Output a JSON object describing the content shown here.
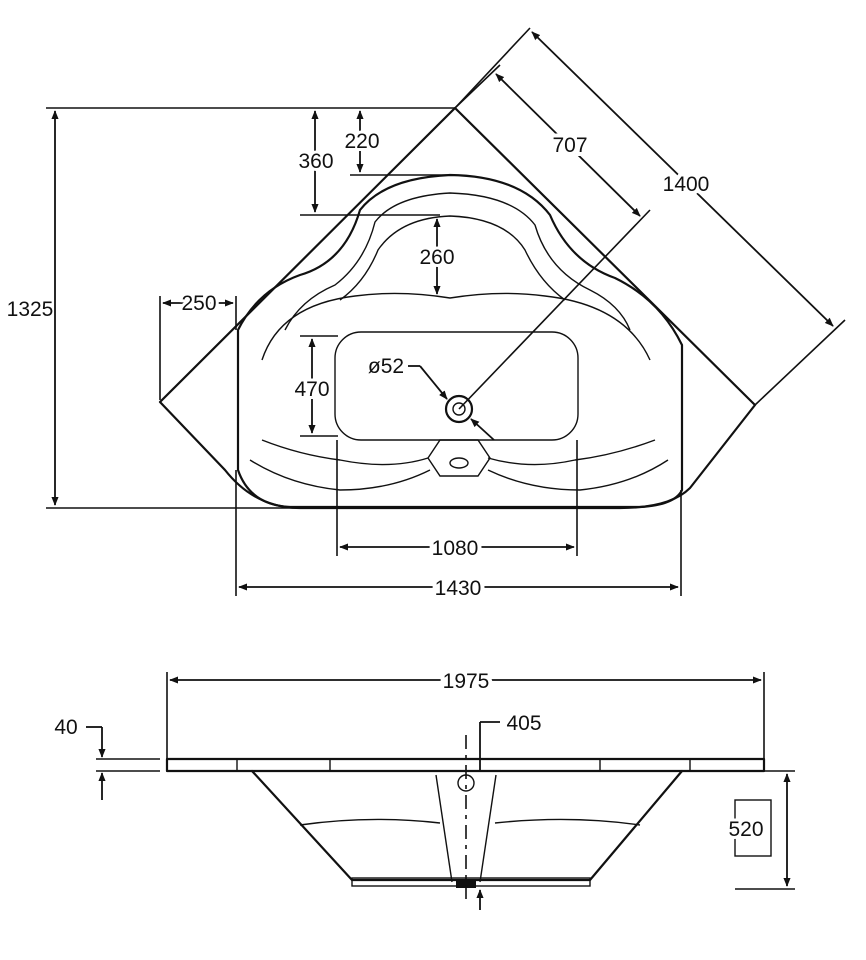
{
  "plan_view": {
    "dim_1325": "1325",
    "dim_360": "360",
    "dim_220": "220",
    "dim_260": "260",
    "dim_250": "250",
    "dim_470": "470",
    "dim_diameter": "ø52",
    "dim_1080": "1080",
    "dim_1430": "1430",
    "dim_707": "707",
    "dim_1400": "1400"
  },
  "side_view": {
    "dim_1975": "1975",
    "dim_405": "405",
    "dim_40": "40",
    "dim_520": "520"
  }
}
